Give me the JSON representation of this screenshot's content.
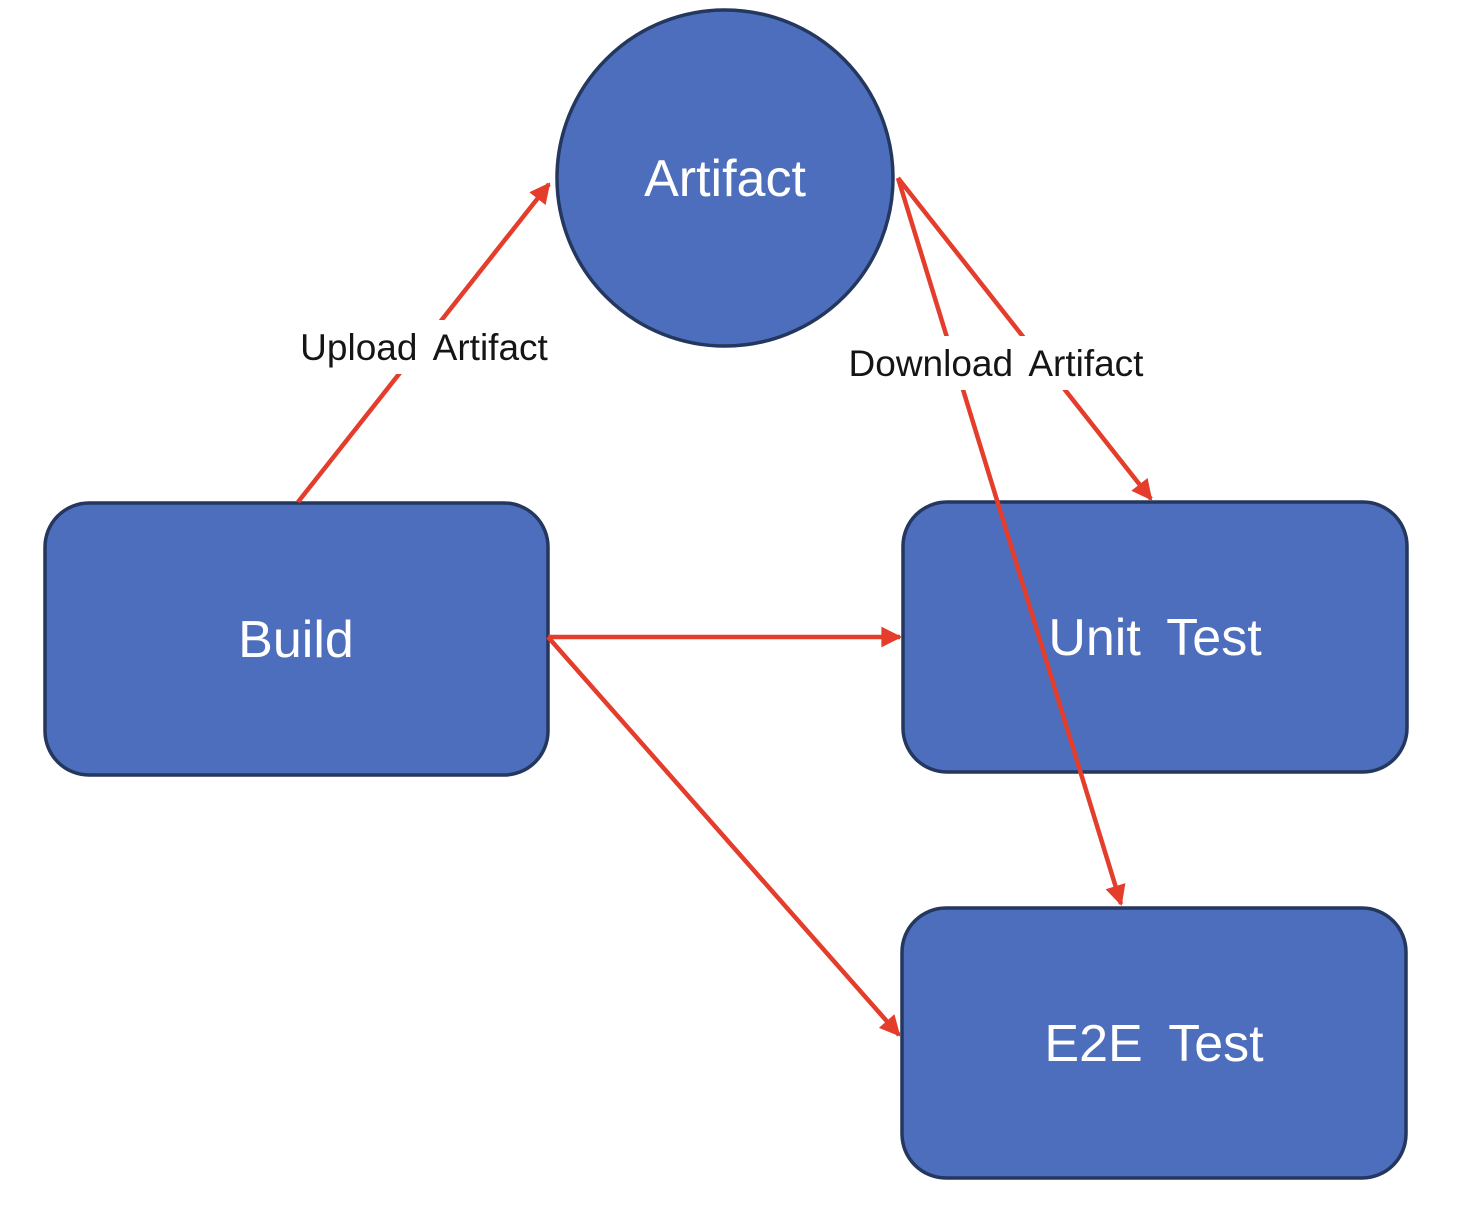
{
  "diagram": {
    "colors": {
      "node_fill": "#4D6EBC",
      "node_border": "#24375E",
      "arrow": "#E43D2B",
      "node_text": "#FFFFFF",
      "edge_label_text": "#151515",
      "background": "#FFFFFF"
    },
    "nodes": {
      "artifact": {
        "label": "Artifact",
        "shape": "circle"
      },
      "build": {
        "label": "Build",
        "shape": "rounded-rectangle"
      },
      "unit_test": {
        "label": "Unit Test",
        "shape": "rounded-rectangle"
      },
      "e2e_test": {
        "label": "E2E Test",
        "shape": "rounded-rectangle"
      }
    },
    "edge_labels": {
      "upload": "Upload Artifact",
      "download": "Download Artifact"
    },
    "edges": [
      {
        "from": "build",
        "to": "artifact",
        "label": "Upload Artifact"
      },
      {
        "from": "artifact",
        "to": "unit_test",
        "label": "Download Artifact"
      },
      {
        "from": "artifact",
        "to": "e2e_test",
        "label": "Download Artifact"
      },
      {
        "from": "build",
        "to": "unit_test",
        "label": ""
      },
      {
        "from": "build",
        "to": "e2e_test",
        "label": ""
      }
    ]
  }
}
